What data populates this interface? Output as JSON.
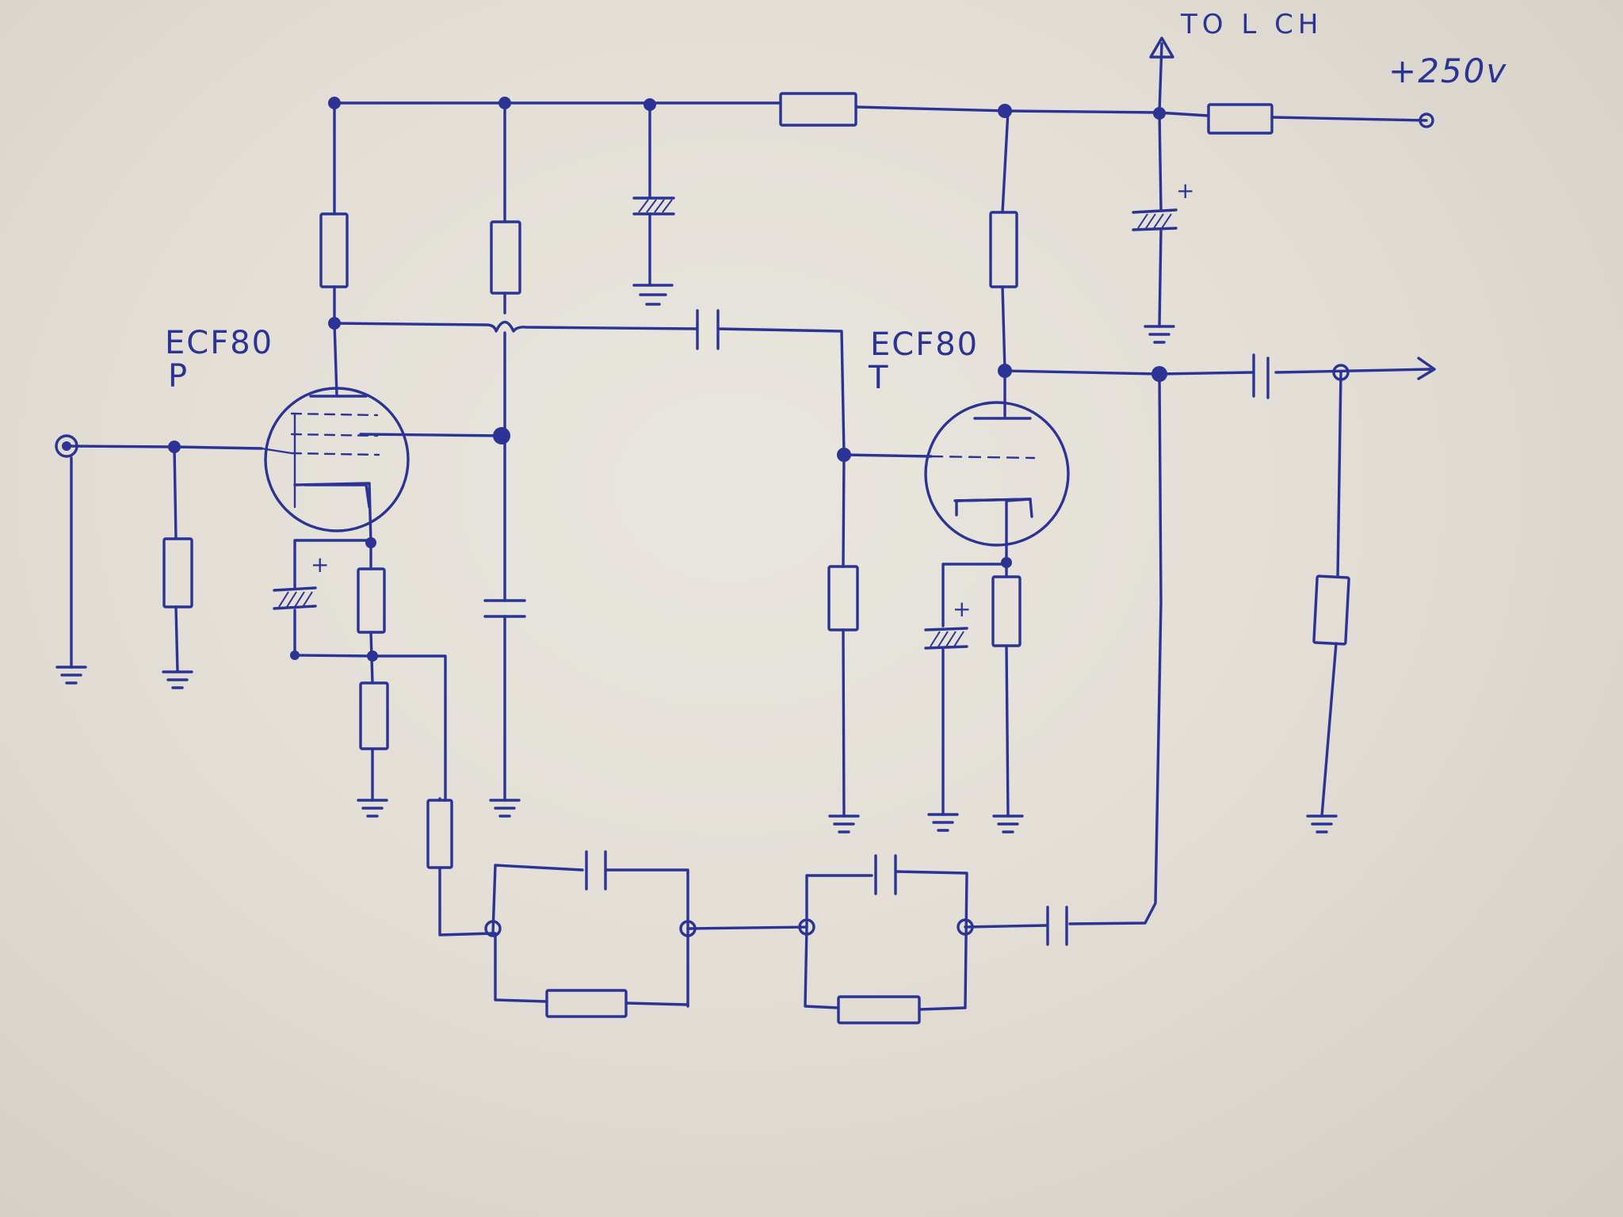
{
  "ink_color": "#2b3494",
  "paper_color": "#e6e2da",
  "labels": {
    "tube1_type": "ECF80",
    "tube1_section": "P",
    "tube2_type": "ECF80",
    "tube2_section": "T",
    "out_label": "TO L CH",
    "supply_label": "+250v"
  },
  "polarity_mark": "+"
}
